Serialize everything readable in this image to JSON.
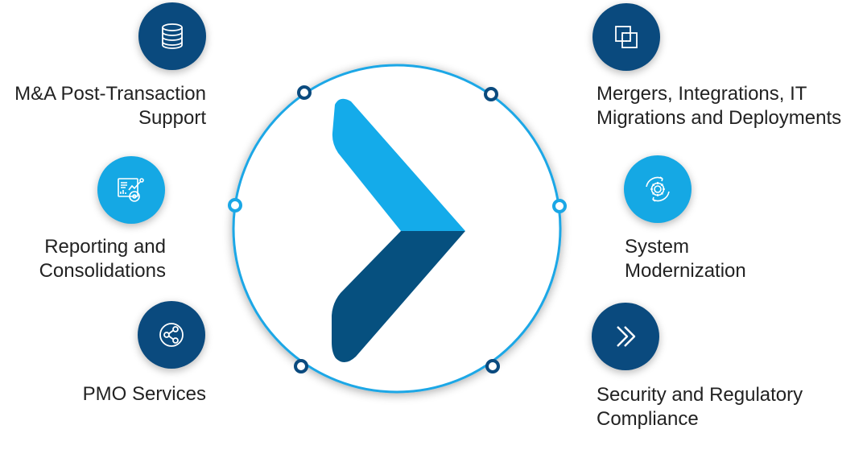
{
  "colors": {
    "navy": "#0a4a7e",
    "cyan": "#15a8e4",
    "ring": "#1aa7e6",
    "chevron_light": "#14abea",
    "chevron_dark": "#06507f",
    "text": "#222222"
  },
  "services": {
    "left": [
      {
        "line1": "M&A Post-Transaction",
        "line2": "Support",
        "icon": "database-icon"
      },
      {
        "line1": "Reporting and",
        "line2": "Consolidations",
        "icon": "report-chart-icon"
      },
      {
        "line1": "PMO Services",
        "line2": "",
        "icon": "share-network-icon"
      }
    ],
    "right": [
      {
        "line1": "Mergers, Integrations, IT",
        "line2": "Migrations and Deployments",
        "icon": "merge-squares-icon"
      },
      {
        "line1": "System",
        "line2": "Modernization",
        "icon": "gear-cycle-icon"
      },
      {
        "line1": "Security and Regulatory",
        "line2": "Compliance",
        "icon": "double-chevron-icon"
      }
    ]
  }
}
